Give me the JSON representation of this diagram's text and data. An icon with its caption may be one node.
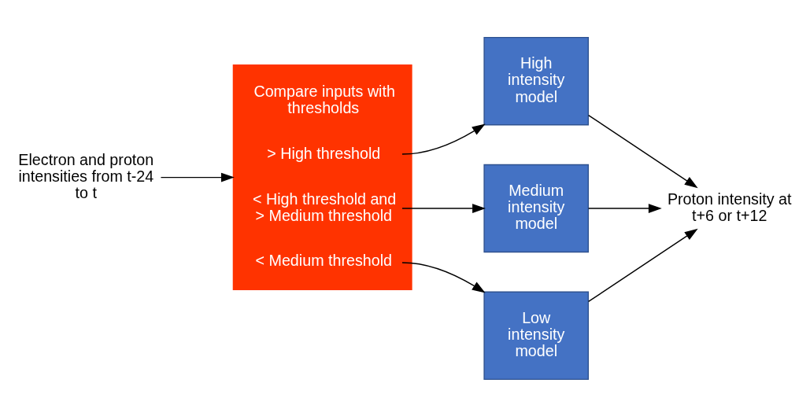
{
  "diagram": {
    "nodes": [
      {
        "text": [
          "Electron and proton intensities from t-24 to t"
        ]
      },
      {
        "text": [
          "Compare inputs with thresholds",
          "> High threshold",
          "< High threshold and > Medium threshold",
          "< Medium threshold"
        ]
      },
      {
        "text": [
          "High intensity model"
        ]
      },
      {
        "text": [
          "Medium intensity model"
        ]
      },
      {
        "text": [
          "Low intensity model"
        ]
      },
      {
        "text": [
          "Proton intensity at t+6 or t+12"
        ]
      }
    ],
    "edges": [
      {
        "from": 0,
        "to": 1,
        "arrow": "to"
      },
      {
        "from": 1,
        "to": 2,
        "arrow": "to"
      },
      {
        "from": 1,
        "to": 3,
        "arrow": "to"
      },
      {
        "from": 1,
        "to": 4,
        "arrow": "to"
      },
      {
        "from": 2,
        "to": 5,
        "arrow": "to"
      },
      {
        "from": 3,
        "to": 5,
        "arrow": "to"
      },
      {
        "from": 4,
        "to": 5,
        "arrow": "to"
      }
    ]
  }
}
